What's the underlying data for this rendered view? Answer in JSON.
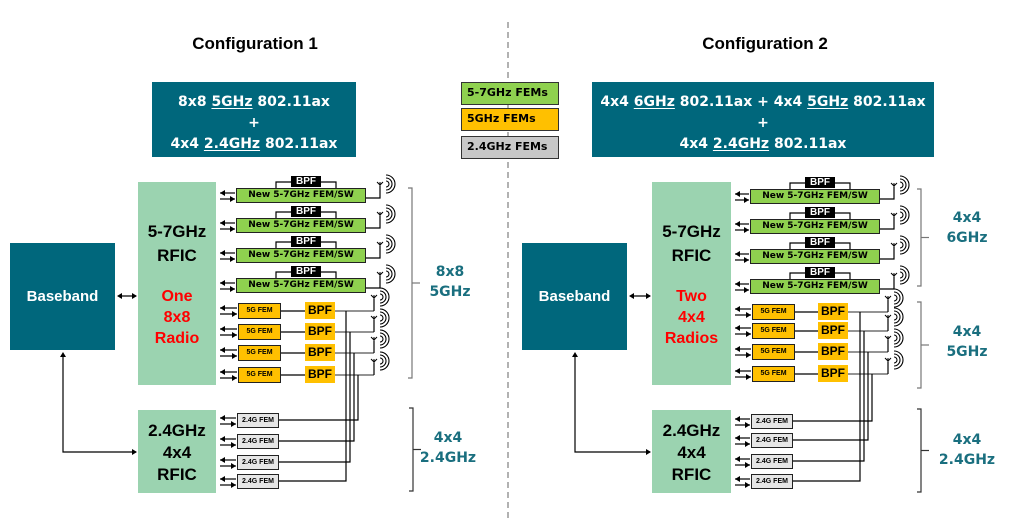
{
  "configs": [
    {
      "title": "Configuration 1",
      "spec": {
        "line1": [
          {
            "t": "8x8 "
          },
          {
            "t": "5GHz",
            "u": true
          },
          {
            "t": " 802.11ax"
          }
        ],
        "line2": [
          {
            "t": "+"
          }
        ],
        "line3": [
          {
            "t": "4x4 "
          },
          {
            "t": "2.4GHz",
            "u": true
          },
          {
            "t": " 802.11ax"
          }
        ]
      },
      "baseband": "Baseband",
      "rfic_main": {
        "title_lines": [
          "5-7GHz",
          "RFIC"
        ],
        "red_lines": [
          "One",
          "8x8",
          "Radio"
        ]
      },
      "rfic_24": {
        "title_lines": [
          "2.4GHz",
          "4x4",
          "RFIC"
        ]
      },
      "fem_57_label": "New 5-7GHz FEM/SW",
      "bpf_label": "BPF",
      "fem_5_label": "5G FEM",
      "fem_24_label": "2.4G FEM",
      "bands": [
        {
          "lines": [
            "8x8",
            "5GHz"
          ]
        },
        {
          "lines": [
            "4x4",
            "2.4GHz"
          ]
        }
      ]
    },
    {
      "title": "Configuration 2",
      "spec": {
        "line1": [
          {
            "t": "4x4 "
          },
          {
            "t": "6GHz",
            "u": true
          },
          {
            "t": " 802.11ax + 4x4 "
          },
          {
            "t": "5GHz",
            "u": true
          },
          {
            "t": " 802.11ax"
          }
        ],
        "line2": [
          {
            "t": "+"
          }
        ],
        "line3": [
          {
            "t": "4x4 "
          },
          {
            "t": "2.4GHz",
            "u": true
          },
          {
            "t": " 802.11ax"
          }
        ]
      },
      "baseband": "Baseband",
      "rfic_main": {
        "title_lines": [
          "5-7GHz",
          "RFIC"
        ],
        "red_lines": [
          "Two",
          "4x4",
          "Radios"
        ]
      },
      "rfic_24": {
        "title_lines": [
          "2.4GHz",
          "4x4",
          "RFIC"
        ]
      },
      "fem_57_label": "New 5-7GHz FEM/SW",
      "bpf_label": "BPF",
      "fem_5_label": "5G FEM",
      "fem_24_label": "2.4G FEM",
      "bands": [
        {
          "lines": [
            "4x4",
            "6GHz"
          ]
        },
        {
          "lines": [
            "4x4",
            "5GHz"
          ]
        },
        {
          "lines": [
            "4x4",
            "2.4GHz"
          ]
        }
      ]
    }
  ],
  "legend": [
    {
      "label": "5-7GHz FEMs",
      "color": "#8fd14f"
    },
    {
      "label": "5GHz FEMs",
      "color": "#ffc000"
    },
    {
      "label": "2.4GHz FEMs",
      "color": "#c8c8c8"
    }
  ],
  "icons": {
    "antenna": "antenna-icon"
  }
}
